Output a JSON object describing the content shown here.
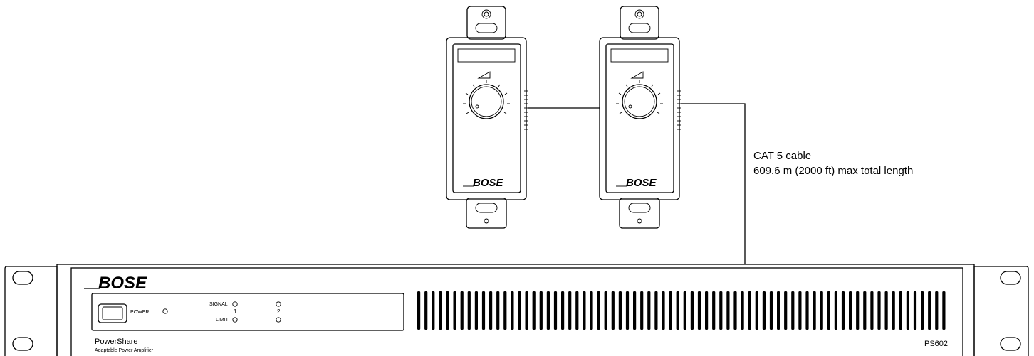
{
  "cable": {
    "line1": "CAT 5 cable",
    "line2": "609.6 m (2000 ft) max total length"
  },
  "wall_controls": [
    {
      "brand": "BOSE"
    },
    {
      "brand": "BOSE"
    }
  ],
  "amplifier": {
    "brand": "BOSE",
    "power_label": "POWER",
    "signal_label": "SIGNAL",
    "limit_label": "LIMIT",
    "channel_1": "1",
    "channel_2": "2",
    "product_name": "PowerShare",
    "product_subtitle": "Adaptable Power Amplifier",
    "model": "PS602"
  },
  "icons": {
    "volume": "volume-ramp-icon",
    "knob": "volume-knob-icon"
  }
}
